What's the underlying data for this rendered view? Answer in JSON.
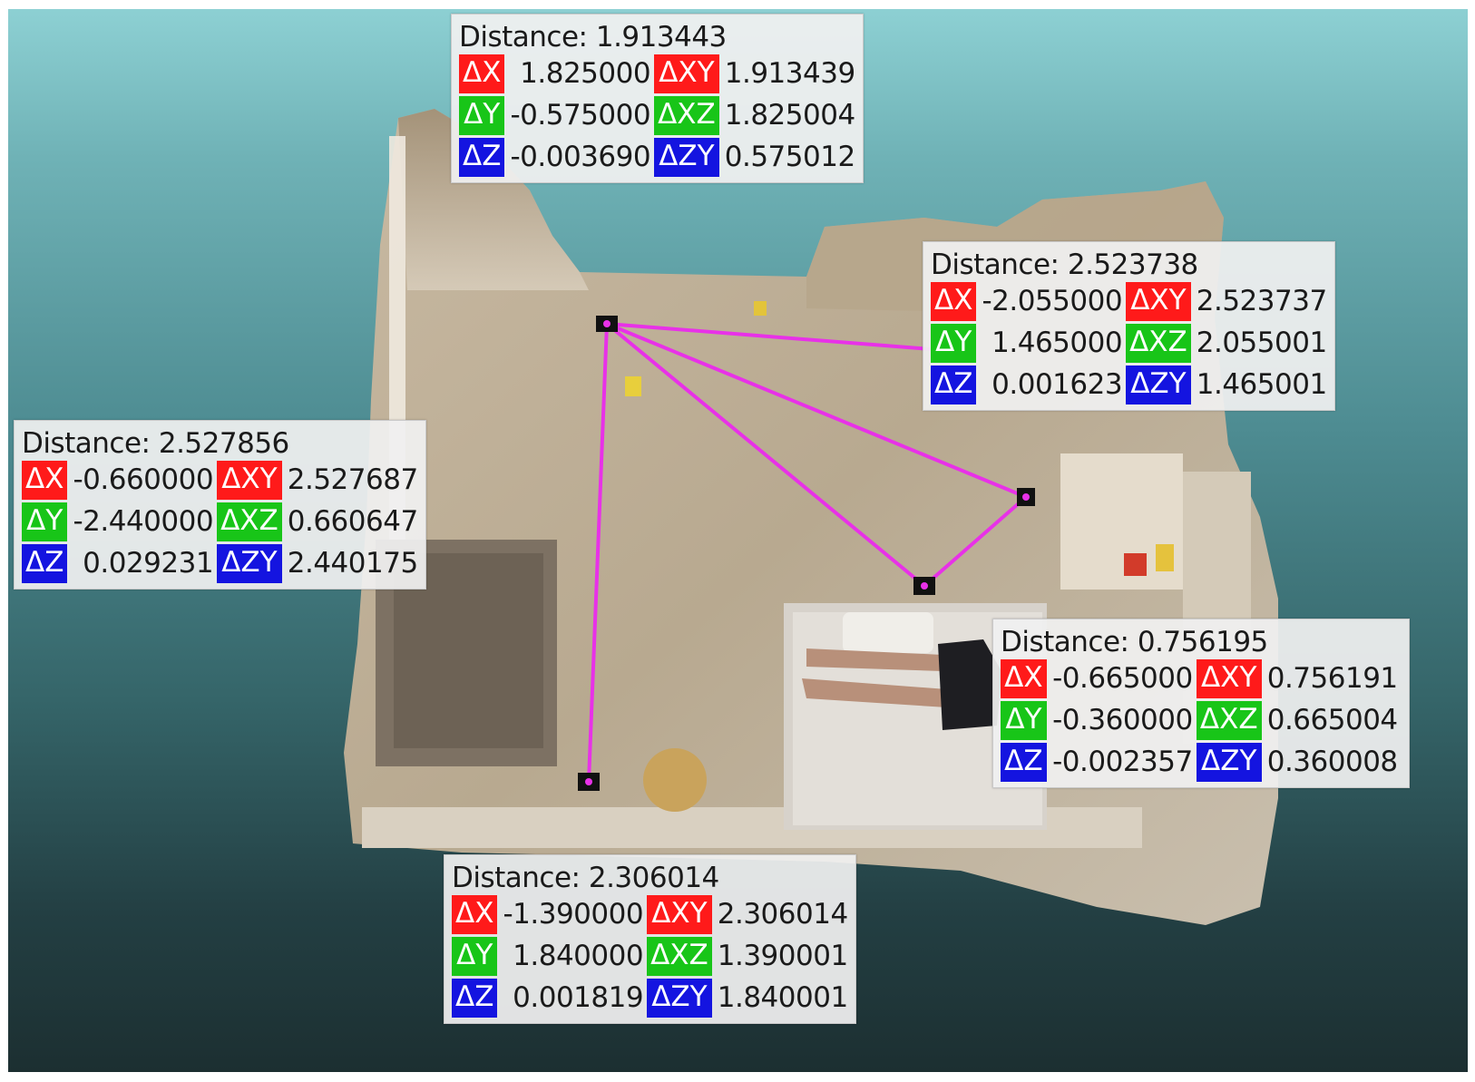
{
  "colors": {
    "measure_line": "#e831e8",
    "x_tag": "#ff1a1a",
    "y_tag": "#18c518",
    "z_tag": "#1414e0"
  },
  "measurements": [
    {
      "distance_label": "Distance: 1.913443",
      "rows": [
        {
          "tag_a": "ΔX",
          "val_a": "1.825000",
          "tag_b": "ΔXY",
          "val_b": "1.913439"
        },
        {
          "tag_a": "ΔY",
          "val_a": "-0.575000",
          "tag_b": "ΔXZ",
          "val_b": "1.825004"
        },
        {
          "tag_a": "ΔZ",
          "val_a": "-0.003690",
          "tag_b": "ΔZY",
          "val_b": "0.575012"
        }
      ]
    },
    {
      "distance_label": "Distance: 2.523738",
      "rows": [
        {
          "tag_a": "ΔX",
          "val_a": "-2.055000",
          "tag_b": "ΔXY",
          "val_b": "2.523737"
        },
        {
          "tag_a": "ΔY",
          "val_a": "1.465000",
          "tag_b": "ΔXZ",
          "val_b": "2.055001"
        },
        {
          "tag_a": "ΔZ",
          "val_a": "0.001623",
          "tag_b": "ΔZY",
          "val_b": "1.465001"
        }
      ]
    },
    {
      "distance_label": "Distance: 2.527856",
      "rows": [
        {
          "tag_a": "ΔX",
          "val_a": "-0.660000",
          "tag_b": "ΔXY",
          "val_b": "2.527687"
        },
        {
          "tag_a": "ΔY",
          "val_a": "-2.440000",
          "tag_b": "ΔXZ",
          "val_b": "0.660647"
        },
        {
          "tag_a": "ΔZ",
          "val_a": "0.029231",
          "tag_b": "ΔZY",
          "val_b": "2.440175"
        }
      ]
    },
    {
      "distance_label": "Distance: 0.756195",
      "rows": [
        {
          "tag_a": "ΔX",
          "val_a": "-0.665000",
          "tag_b": "ΔXY",
          "val_b": "0.756191"
        },
        {
          "tag_a": "ΔY",
          "val_a": "-0.360000",
          "tag_b": "ΔXZ",
          "val_b": "0.665004"
        },
        {
          "tag_a": "ΔZ",
          "val_a": "-0.002357",
          "tag_b": "ΔZY",
          "val_b": "0.360008"
        }
      ]
    },
    {
      "distance_label": "Distance: 2.306014",
      "rows": [
        {
          "tag_a": "ΔX",
          "val_a": "-1.390000",
          "tag_b": "ΔXY",
          "val_b": "2.306014"
        },
        {
          "tag_a": "ΔY",
          "val_a": "1.840000",
          "tag_b": "ΔXZ",
          "val_b": "1.390001"
        },
        {
          "tag_a": "ΔZ",
          "val_a": "0.001819",
          "tag_b": "ΔZY",
          "val_b": "1.840001"
        }
      ]
    }
  ]
}
